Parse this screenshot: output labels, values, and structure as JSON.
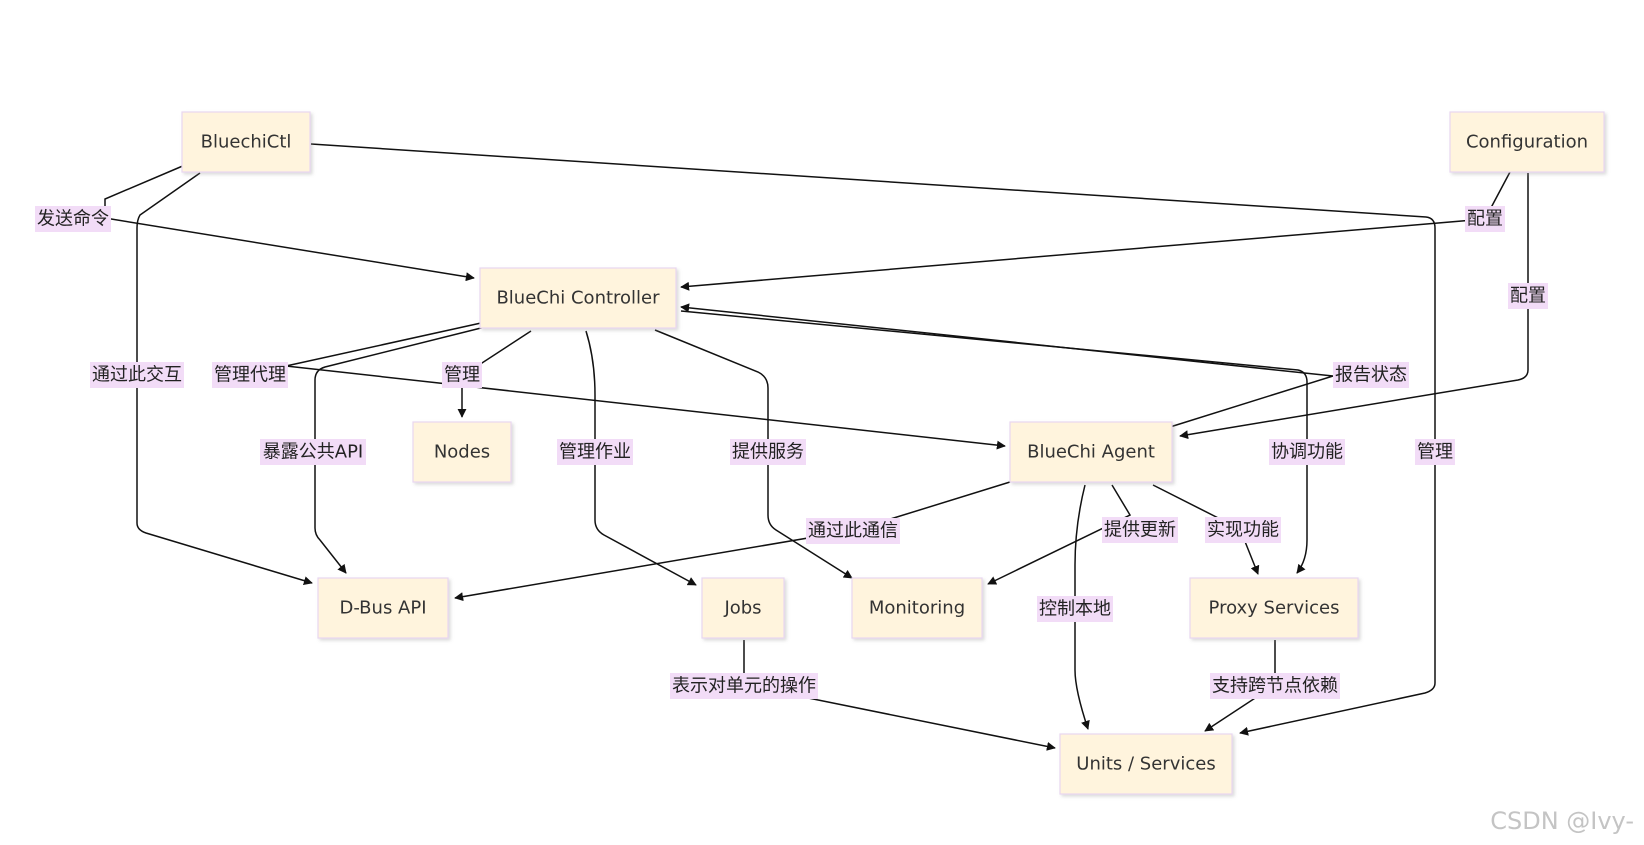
{
  "nodes": {
    "bluechictl": "BluechiCtl",
    "configuration": "Configuration",
    "controller": "BlueChi Controller",
    "nodes": "Nodes",
    "agent": "BlueChi Agent",
    "dbus": "D-Bus API",
    "jobs": "Jobs",
    "monitoring": "Monitoring",
    "proxy": "Proxy Services",
    "units": "Units / Services"
  },
  "edges": {
    "send_command": "发送命令",
    "interact_via": "通过此交互",
    "config_controller": "配置",
    "config_agent": "配置",
    "manage_agent": "管理代理",
    "manage_nodes": "管理",
    "expose_api": "暴露公共API",
    "manage_jobs": "管理作业",
    "provide_service": "提供服务",
    "report_status": "报告状态",
    "coordinate": "协调功能",
    "manage_units": "管理",
    "communicate_via": "通过此通信",
    "provide_update": "提供更新",
    "implement": "实现功能",
    "local_control": "控制本地",
    "unit_ops": "表示对单元的操作",
    "cross_node": "支持跨节点依赖"
  },
  "watermark": "CSDN @Ivy-"
}
